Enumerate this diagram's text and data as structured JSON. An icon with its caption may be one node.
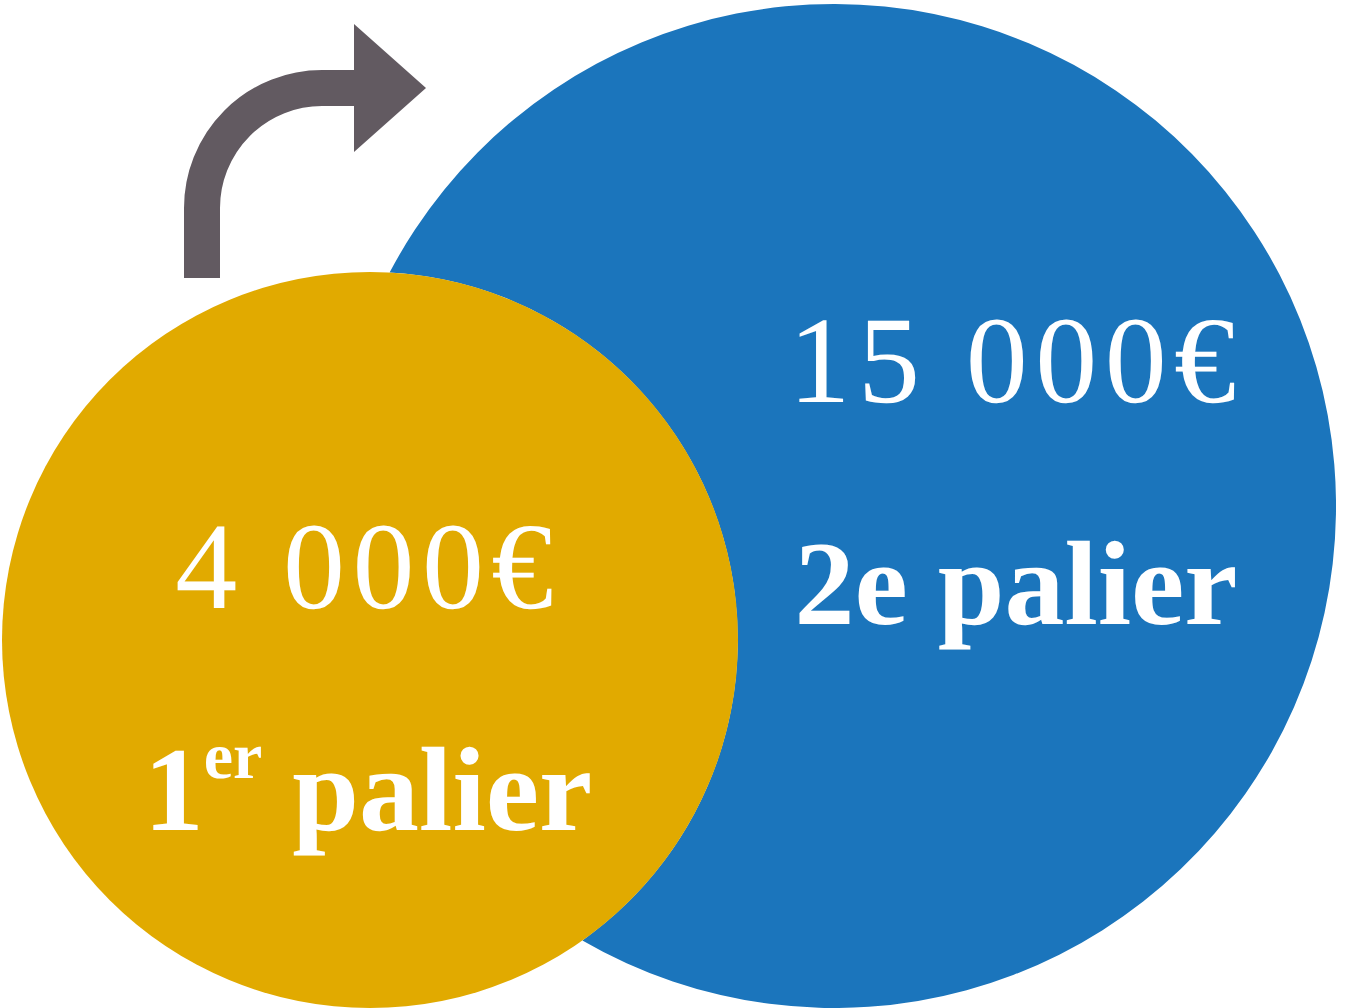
{
  "diagram": {
    "nodes": [
      {
        "text": [
          "4 000€",
          "1$^{er}$ palier"
        ]
      },
      {
        "text": [
          "15 000€",
          "2e palier"
        ]
      }
    ],
    "edges": [
      {
        "from": 0,
        "to": 1,
        "arrow": "to"
      }
    ]
  }
}
